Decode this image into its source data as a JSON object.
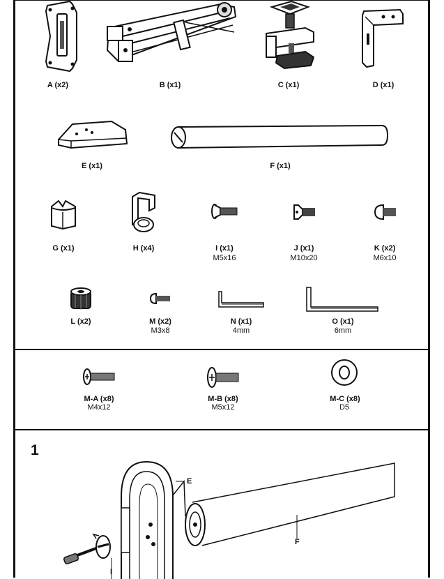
{
  "parts": [
    {
      "id": "A",
      "label": "A (x2)",
      "spec": ""
    },
    {
      "id": "B",
      "label": "B (x1)",
      "spec": ""
    },
    {
      "id": "C",
      "label": "C (x1)",
      "spec": ""
    },
    {
      "id": "D",
      "label": "D (x1)",
      "spec": ""
    },
    {
      "id": "E",
      "label": "E (x1)",
      "spec": ""
    },
    {
      "id": "F",
      "label": "F (x1)",
      "spec": ""
    },
    {
      "id": "G",
      "label": "G (x1)",
      "spec": ""
    },
    {
      "id": "H",
      "label": "H (x4)",
      "spec": ""
    },
    {
      "id": "I",
      "label": "I (x1)",
      "spec": "M5x16"
    },
    {
      "id": "J",
      "label": "J (x1)",
      "spec": "M10x20"
    },
    {
      "id": "K",
      "label": "K (x2)",
      "spec": "M6x10"
    },
    {
      "id": "L",
      "label": "L (x2)",
      "spec": ""
    },
    {
      "id": "M",
      "label": "M (x2)",
      "spec": "M3x8"
    },
    {
      "id": "N",
      "label": "N (x1)",
      "spec": "4mm"
    },
    {
      "id": "O",
      "label": "O (x1)",
      "spec": "6mm"
    }
  ],
  "hardware": [
    {
      "id": "M-A",
      "label": "M-A (x8)",
      "spec": "M4x12"
    },
    {
      "id": "M-B",
      "label": "M-B (x8)",
      "spec": "M5x12"
    },
    {
      "id": "M-C",
      "label": "M-C (x8)",
      "spec": "D5"
    }
  ],
  "step": {
    "number": "1",
    "callouts": {
      "E": "E",
      "F": "F",
      "I": "I"
    }
  }
}
